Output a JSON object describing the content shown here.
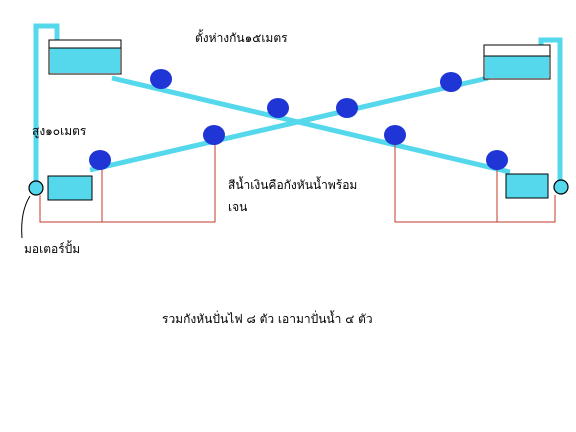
{
  "labels": {
    "title": "ตั้งห่างกัน๑๕เมตร",
    "height": "สูง๑๐เมตร",
    "color_note_line1": "สีน้ำเงินคือกังหันน้ำพร้อม",
    "color_note_line2": "เจน",
    "motor": "มอเตอร์ปั้ม",
    "summary": "รวมกังหันปั่นไฟ ๘ ตัว  เอามาปั่นน้ำ ๔ ตัว"
  },
  "colors": {
    "water": "#55d8ec",
    "pipe": "#55d8ec",
    "turbine": "#1f35d6",
    "wire": "#c0392b",
    "outline": "#000000"
  },
  "counts": {
    "turbines": 8,
    "pumps": 4
  }
}
